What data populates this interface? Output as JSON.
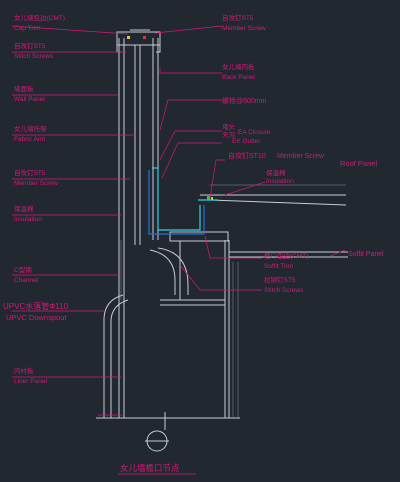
{
  "drawing": {
    "title": "女儿墙檐口节点",
    "colors": {
      "background": "#212830",
      "annotation": "#d6177a",
      "structure": "#c9ccd4",
      "flashing": "#2fd0e6",
      "gutter_line": "#2f6fd8",
      "roof_panel": "#d8d8d8",
      "hatch": "#8a8f99",
      "accent_green": "#36c447",
      "accent_yellow": "#e6c62e",
      "accent_red": "#e23030"
    },
    "labels": {
      "cap_trim": [
        "女儿墙包边(CMT)",
        "Cap Trim"
      ],
      "stitch_screws_top": [
        "自攻钉ST5",
        "Stitch Screws"
      ],
      "member_screw_top": [
        "自攻钉ST5",
        "Member Screw"
      ],
      "back_panel": [
        "女儿墙内板",
        "Back Panel"
      ],
      "wall_panel": [
        "墙面板",
        "Wall Panel"
      ],
      "bolt_spacing": [
        "螺栓@600mm"
      ],
      "gable_arm": [
        "女儿墙托架",
        "Fabric Arm"
      ],
      "closure": [
        "堵头",
        "EA Closure"
      ],
      "gutter": [
        "天沟",
        "EK Gutter"
      ],
      "member_screw_mid": [
        "自攻钉ST5",
        "Member Screw"
      ],
      "member_screw_roof": [
        "自攻钉ST10",
        "Member Screw"
      ],
      "roof_panel": "Roof Panel",
      "insulation_roof": [
        "保温棉",
        "Insulation"
      ],
      "insulation_wall": [
        "保温棉",
        "Insulation"
      ],
      "soffit_trim": [
        "檐口包边(CMT)",
        "Soffit Trim"
      ],
      "stitch_screws_mid": [
        "拉铆钉ST5",
        "Stitch Screws"
      ],
      "soffit_panel": "Soffit Panel",
      "channel": [
        "C型钢",
        "Channel"
      ],
      "downspout": [
        "UPVC水落管Ф110",
        "UPVC Downspout"
      ],
      "liner_panel": [
        "内衬板",
        "Liner Panel"
      ]
    }
  }
}
